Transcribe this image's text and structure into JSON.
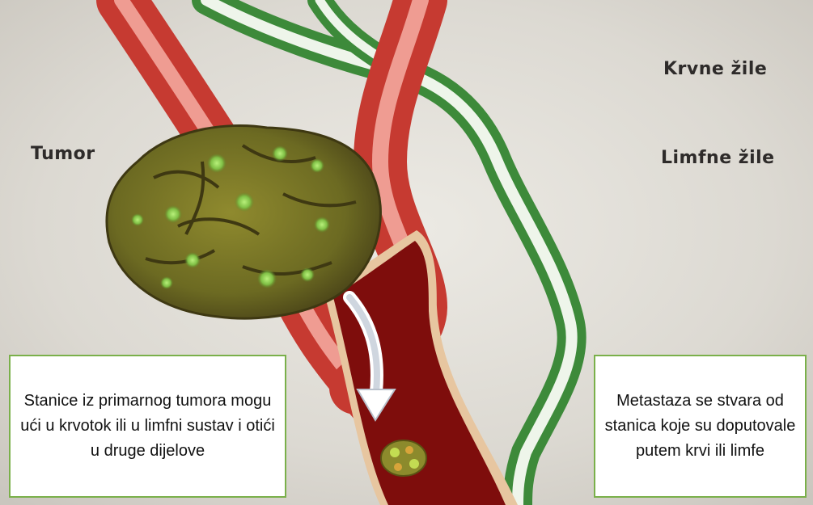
{
  "labels": {
    "tumor": "Tumor",
    "blood_vessels": "Krvne žile",
    "lymph_vessels": "Limfne žile"
  },
  "captions": {
    "left": "Stanice iz primarnog tumora mogu ući u krvotok ili u limfni sustav i otići u druge dijelove",
    "right": "Metastaza se stvara od stanica koje su doputovale putem krvi ili limfe"
  },
  "colors": {
    "background": "#dcd9d2",
    "blood_vessel": "#c9302c",
    "blood_vessel_inner": "#7e0d0c",
    "lymph_vessel": "#3f8a3a",
    "tumor": "#6e6a22",
    "caption_border": "#7ab04a"
  }
}
